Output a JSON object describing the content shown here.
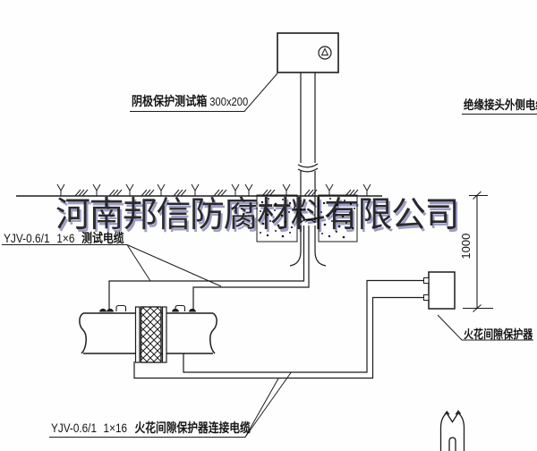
{
  "watermark": {
    "text": "河南邦信防腐材料有限公司",
    "ink_color": "#14141a",
    "shadow_color": "#2d2da0"
  },
  "labels": {
    "test_box_cn": "阴极保护测试箱",
    "test_box_size": "300x200",
    "outer_cable": "绝缘接头外侧电缆",
    "test_cable_code": "YJV-0.6/1",
    "test_cable_spec": "1×6",
    "test_cable_cn": "测试电缆",
    "spark_protector": "火花间隙保护器",
    "spark_cable_code": "YJV-0.6/1",
    "spark_cable_spec": "1×16",
    "spark_cable_cn": "火花间隙保护器连接电缆",
    "dim_height": "1000"
  },
  "line_color": "#1c1c1c"
}
